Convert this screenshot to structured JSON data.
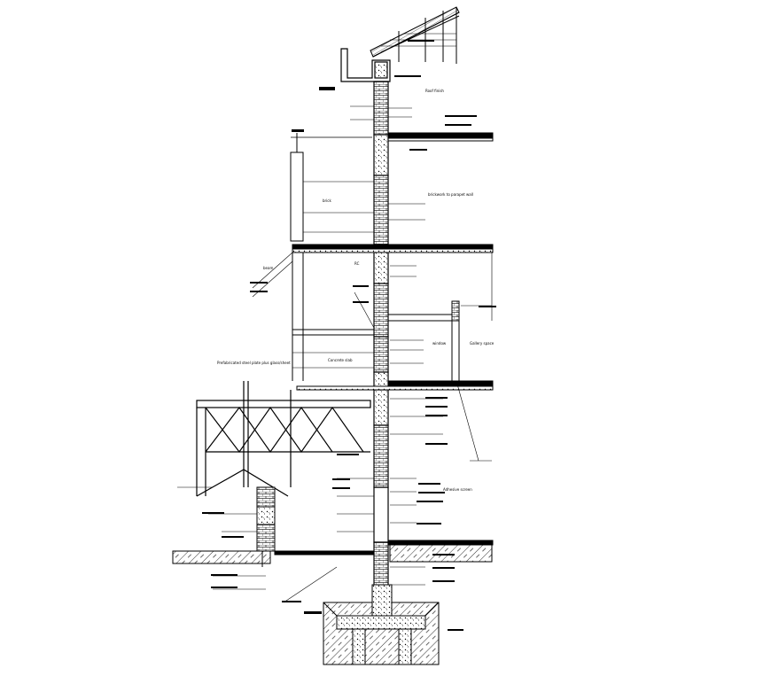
{
  "drawing": {
    "labels": {
      "roof_finish": "Roof finish",
      "brick_wall": "brick",
      "brick_on_partition": "brickwork to parapet wall",
      "steel_plate_note": "Prefabricated steel plate plus glass/sheet",
      "concrete_slab": "Concrete slab",
      "window": "window",
      "gallery_space": "Gallery space",
      "damp_course": "Adhesive screen",
      "beam": "beam",
      "rc": "RC"
    }
  }
}
